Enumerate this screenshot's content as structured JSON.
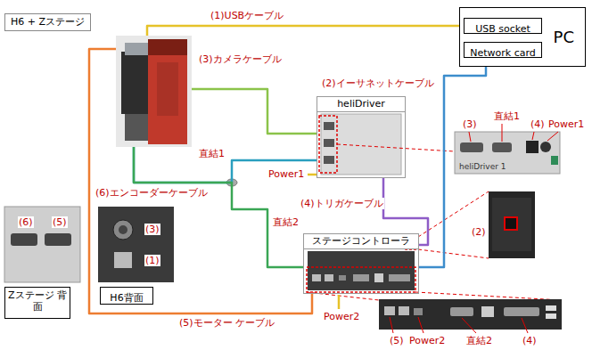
{
  "diagram": {
    "nodes": [
      {
        "text": [
          "H6 + Zステージ"
        ]
      },
      {
        "text": [
          "PC"
        ]
      },
      {
        "text": [
          "USB socket"
        ],
        "in": 1
      },
      {
        "text": [
          "Network card"
        ],
        "in": 1
      },
      {
        "text": [
          "heliDriver"
        ]
      },
      {
        "text": [
          "ステージコントローラ"
        ]
      },
      {
        "text": [
          "Zステージ 背面"
        ]
      },
      {
        "text": [
          "H6背面"
        ]
      }
    ],
    "edges": [
      {
        "from": 0,
        "to": 2,
        "arrow": "none",
        "label": "(1)USBケーブル"
      },
      {
        "from": 3,
        "to": 5,
        "arrow": "none",
        "label": "(2)イーサネットケーブル"
      },
      {
        "from": 0,
        "to": 4,
        "arrow": "none",
        "label": "(3)カメラケーブル"
      },
      {
        "from": 4,
        "to": 5,
        "arrow": "none",
        "label": "(4)トリガケーブル"
      },
      {
        "from": 0,
        "to": 5,
        "arrow": "none",
        "label": "(5)モーター ケーブル"
      },
      {
        "from": 0,
        "to": 4,
        "arrow": "none",
        "label": "(6)エンコーダーケーブル"
      },
      {
        "from": 0,
        "to": 5,
        "arrow": "none"
      }
    ],
    "labels": [
      "直結1",
      "Power1",
      "直結2",
      "Power2",
      "(3)",
      "直結1",
      "(4)",
      "Power1",
      "heliDriver 1",
      "(2)",
      "(5)",
      "Power2",
      "直結2",
      "(4)",
      "(6)",
      "(5)",
      "(3)",
      "(1)"
    ]
  }
}
